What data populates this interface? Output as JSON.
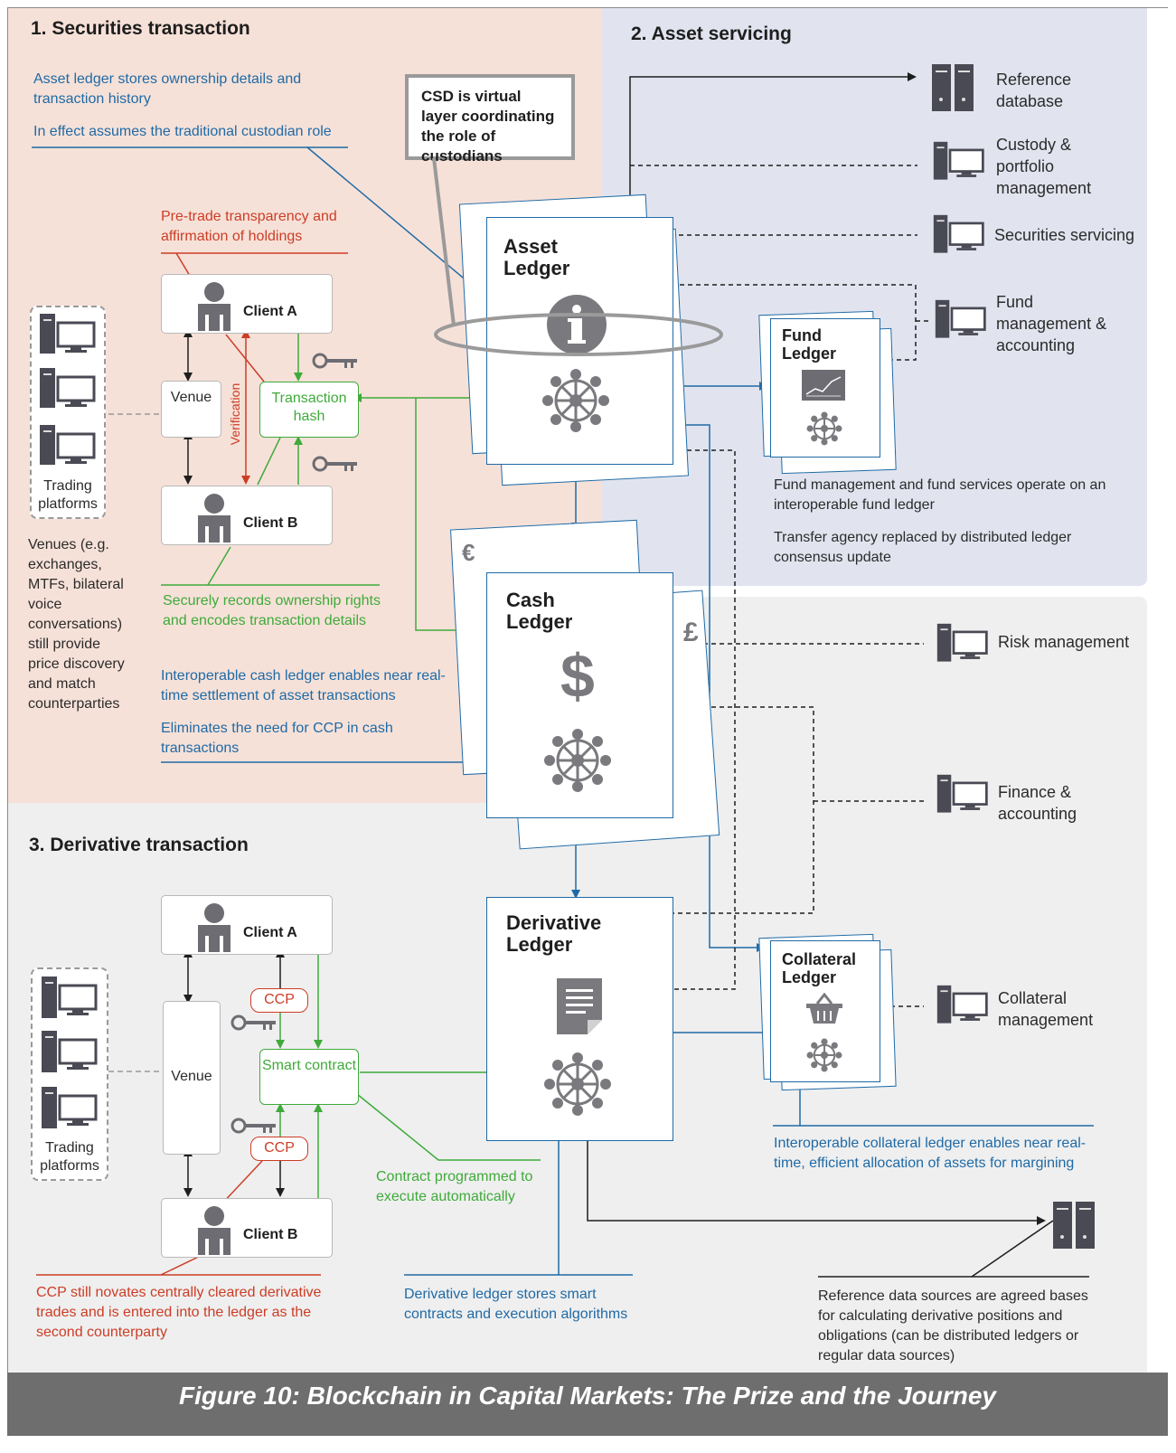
{
  "figure_title": "Figure 10: Blockchain in Capital Markets: The Prize and the Journey",
  "sections": {
    "securities": "1. Securities transaction",
    "asset_servicing": "2. Asset servicing",
    "derivative": "3. Derivative transaction"
  },
  "notes": {
    "asset_ledger_stores": "Asset ledger stores ownership details and transaction history",
    "custodian_role": "In effect assumes the traditional custodian role",
    "pre_trade": "Pre-trade transparency  and affirmation of holdings",
    "csd": "CSD is virtual layer coordinating the role of custodians",
    "securely_records": "Securely records ownership rights and encodes transaction details",
    "venues": "Venues (e.g. exchanges, MTFs, bilateral voice conversations) still provide price discovery and match counterparties",
    "interop_cash": "Interoperable cash ledger enables near real-time settlement of asset transactions",
    "eliminates_ccp": "Eliminates the need for CCP in cash transactions",
    "fund_mgmt_services": "Fund management and fund services operate on an interoperable fund ledger",
    "transfer_agency": "Transfer agency replaced by distributed ledger consensus update",
    "interop_collateral": "Interoperable collateral ledger enables near real-time, efficient allocation of assets for margining",
    "contract_programmed": "Contract programmed to execute automatically",
    "ccp_novates": "CCP still novates centrally cleared derivative trades and is entered into the ledger as the second counterparty",
    "derivative_stores": "Derivative ledger stores smart contracts and execution algorithms",
    "reference_sources": "Reference data sources are agreed bases for calculating derivative positions and obligations (can be distributed ledgers or regular data sources)"
  },
  "nodes": {
    "client_a": "Client A",
    "client_b": "Client B",
    "venue": "Venue",
    "verification": "Verification",
    "transaction_hash": "Transaction hash",
    "smart_contract": "Smart contract",
    "ccp": "CCP",
    "trading_platforms": "Trading platforms"
  },
  "ledgers": {
    "asset": "Asset\nLedger",
    "cash": "Cash\nLedger",
    "derivative": "Derivative\nLedger",
    "fund": "Fund\nLedger",
    "collateral": "Collateral\nLedger"
  },
  "currency": {
    "euro": "€",
    "pound": "£",
    "dollar": "$"
  },
  "systems": {
    "reference_db": "Reference\ndatabase",
    "custody": "Custody &\nportfolio\nmanagement",
    "securities_servicing": "Securities servicing",
    "fund_mgmt": "Fund\nmanagement &\naccounting",
    "risk": "Risk management",
    "finance": "Finance &\naccounting",
    "collateral_mgmt": "Collateral\nmanagement"
  },
  "colors": {
    "section1_bg": "#f6e1d8",
    "section2_bg": "#e1e4ef",
    "section3_bg": "#efefef",
    "blue": "#1f6aa6",
    "red": "#cc3d26",
    "green": "#3faa3a",
    "footer": "#6e6e6e"
  }
}
